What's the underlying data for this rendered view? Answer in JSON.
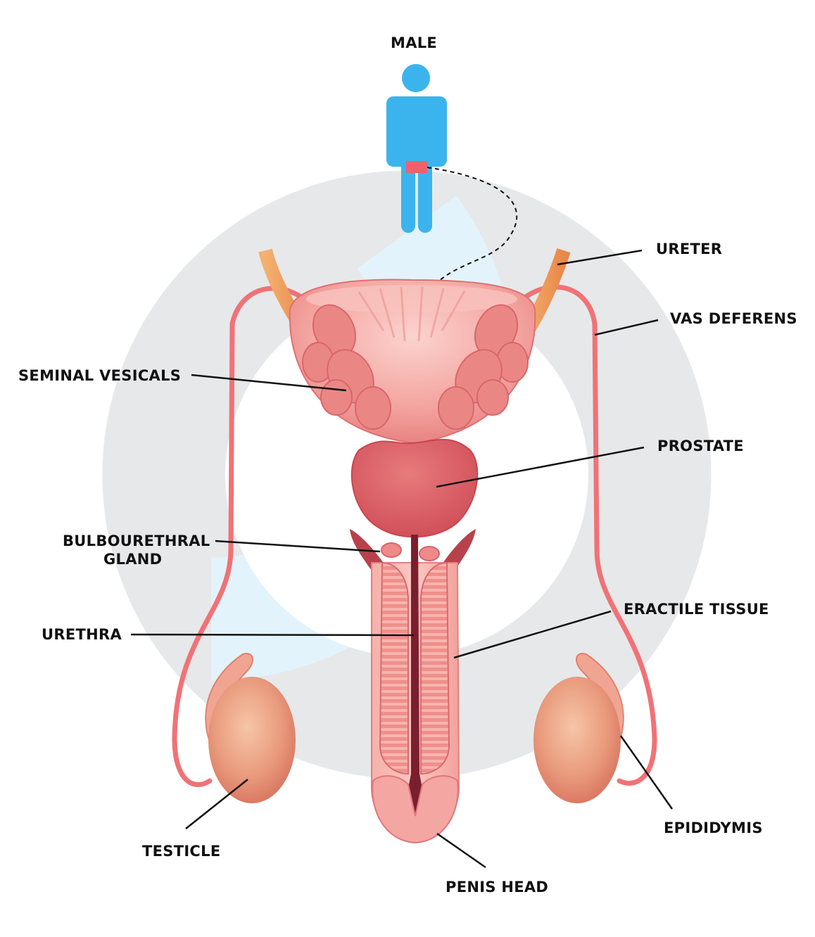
{
  "title": "MALE",
  "labels": {
    "ureter": "URETER",
    "vas_deferens": "VAS DEFERENS",
    "seminal_vesicals": "SEMINAL VESICALS",
    "prostate": "PROSTATE",
    "bulbourethral_line1": "BULBOURETHRAL",
    "bulbourethral_line2": "GLAND",
    "urethra": "URETHRA",
    "eractile_tissue": "ERACTILE TISSUE",
    "testicle": "TESTICLE",
    "epididymis": "EPIDIDYMIS",
    "penis_head": "PENIS HEAD"
  },
  "colors": {
    "figure_icon": "#3bb4ee",
    "highlight_marker": "#f0616d",
    "ring_gray": "#e7e8ea",
    "ring_blue": "#e3f3fb",
    "tissue_pink": "#f07276",
    "tissue_dark": "#d9585e",
    "ureter_orange": "#f4a05f",
    "leader_line": "#111111"
  },
  "icons": {
    "figure": "person-icon"
  }
}
